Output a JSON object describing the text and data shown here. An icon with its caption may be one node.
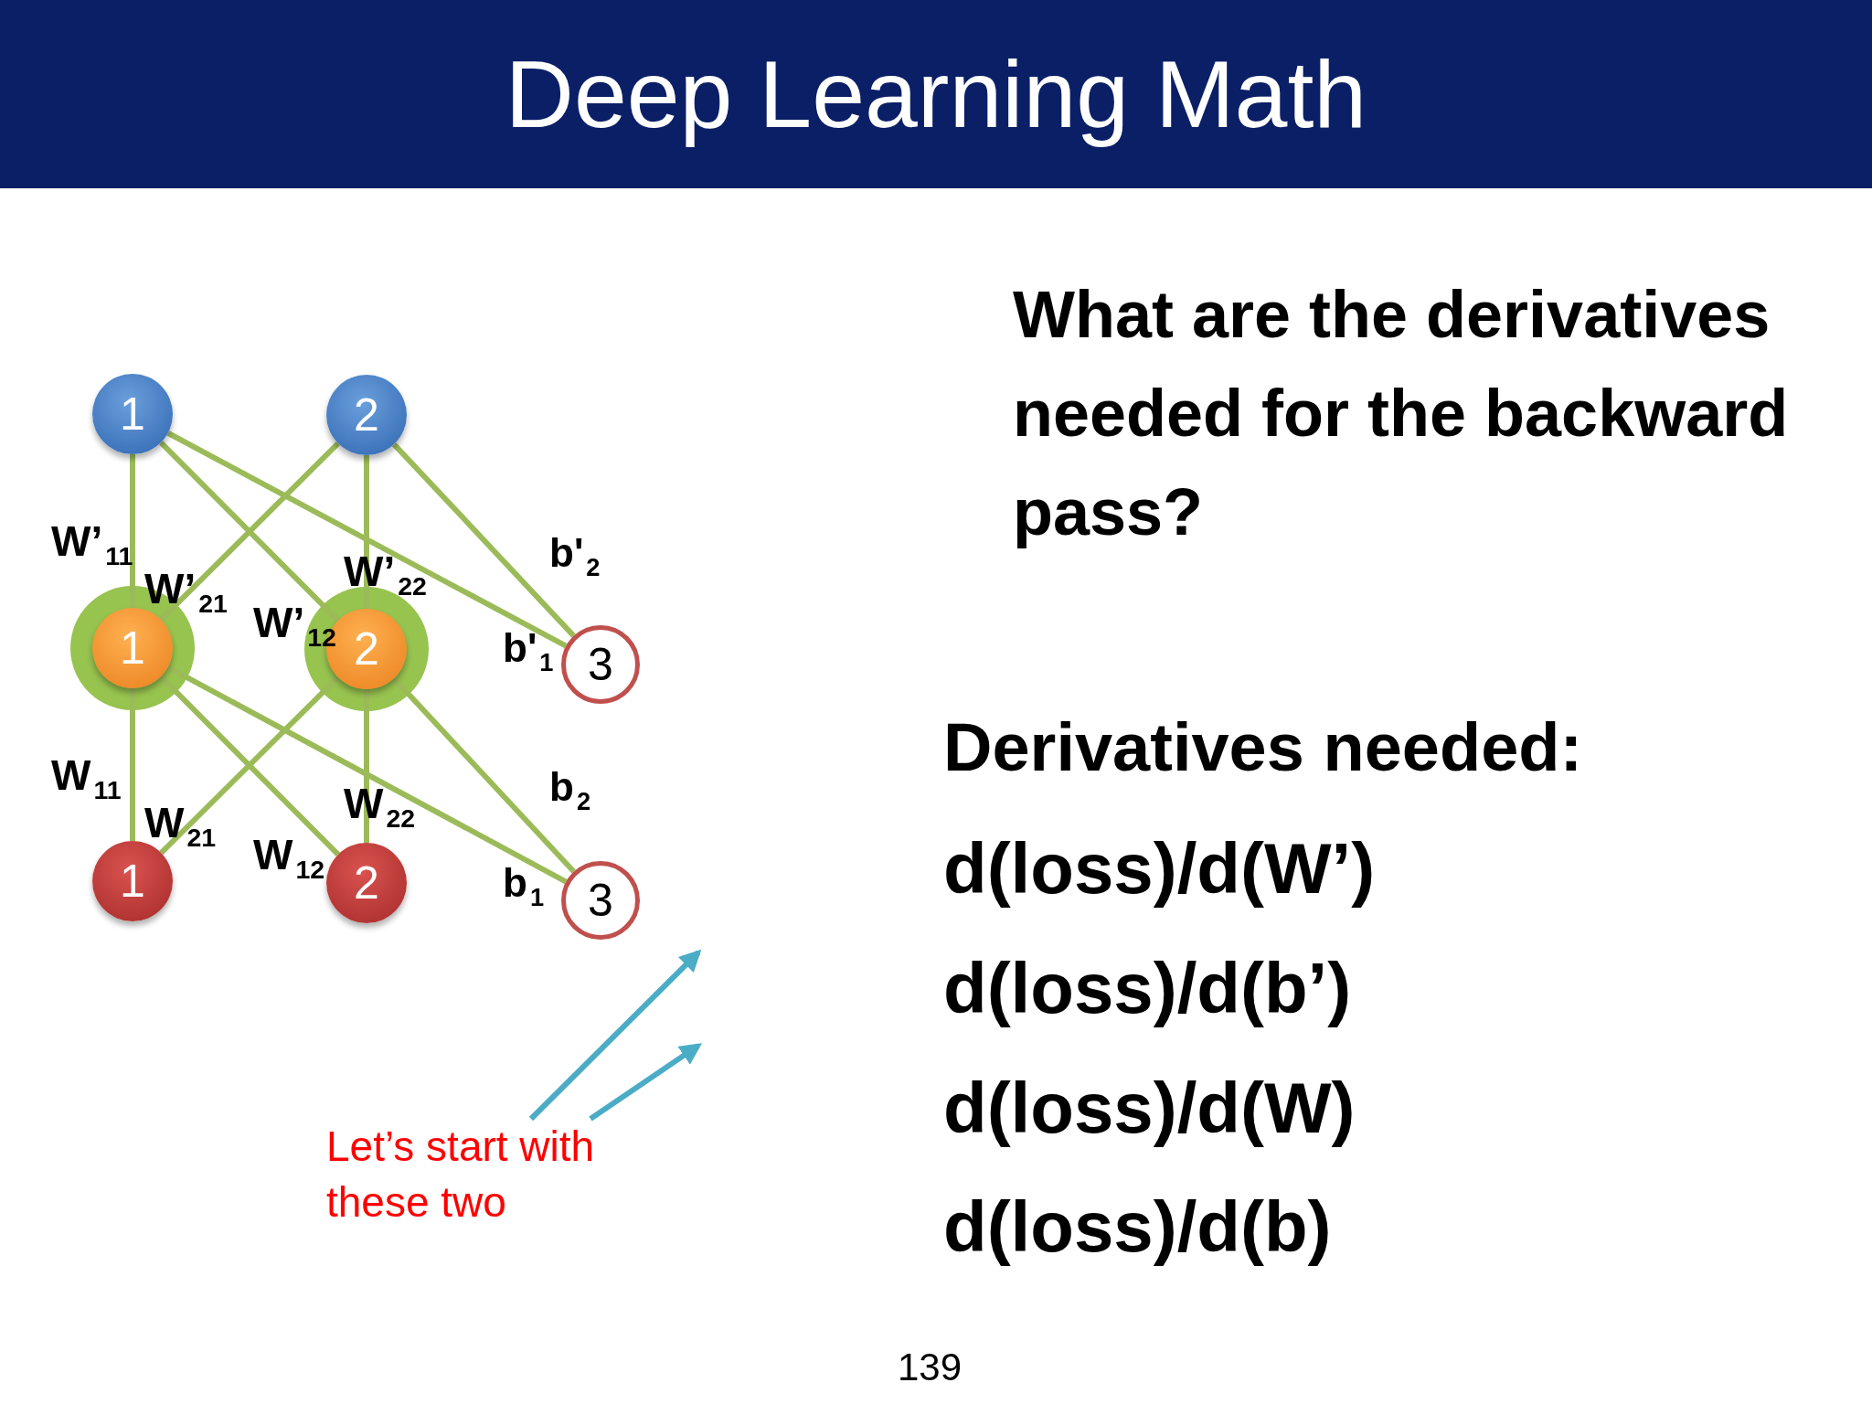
{
  "diagram": {
    "title": "Deep Learning Math",
    "nodes": [
      {
        "text": [
          "1"
        ]
      },
      {
        "text": [
          "2"
        ]
      },
      {
        "text": [
          "1"
        ]
      },
      {
        "text": [
          "2"
        ]
      },
      {
        "text": [
          "3"
        ]
      },
      {
        "text": [
          "1"
        ]
      },
      {
        "text": [
          "2"
        ]
      },
      {
        "text": [
          "3"
        ]
      },
      {
        "text": [
          "Let’s start with these two"
        ]
      }
    ],
    "edges": [
      {
        "from": 0,
        "to": 2,
        "arrow": "none"
      },
      {
        "from": 0,
        "to": 3,
        "arrow": "none"
      },
      {
        "from": 0,
        "to": 4,
        "arrow": "none"
      },
      {
        "from": 1,
        "to": 2,
        "arrow": "none"
      },
      {
        "from": 1,
        "to": 3,
        "arrow": "none"
      },
      {
        "from": 1,
        "to": 4,
        "arrow": "none"
      },
      {
        "from": 2,
        "to": 5,
        "arrow": "none"
      },
      {
        "from": 2,
        "to": 6,
        "arrow": "none"
      },
      {
        "from": 2,
        "to": 7,
        "arrow": "none"
      },
      {
        "from": 3,
        "to": 5,
        "arrow": "none"
      },
      {
        "from": 3,
        "to": 6,
        "arrow": "none"
      },
      {
        "from": 3,
        "to": 7,
        "arrow": "none"
      },
      {
        "from": 8,
        "to": null,
        "arrow": "to",
        "color": "#4bacc6"
      },
      {
        "from": 8,
        "to": null,
        "arrow": "to",
        "color": "#4bacc6"
      }
    ],
    "labels": [
      "What are the derivatives needed for the backward pass?",
      "W’$_{11}$",
      "b'$_{2}$",
      "W’$_{22}$",
      "W’$_{21}$",
      "W’$_{12}$",
      "b'$_{1}$",
      "W$_{11}$",
      "b$_{2}$",
      "W$_{22}$",
      "W$_{21}$",
      "W$_{12}$",
      "b$_{1}$",
      "Derivatives needed:",
      "d(loss)/d(W’)",
      "d(loss)/d(b’)",
      "d(loss)/d(W)",
      "d(loss)/d(b)",
      "139"
    ]
  }
}
